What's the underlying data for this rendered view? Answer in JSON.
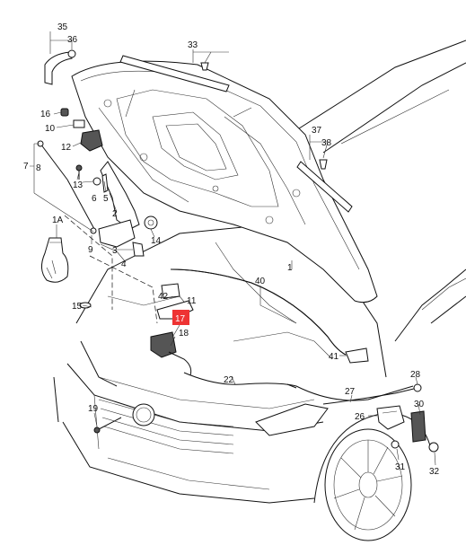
{
  "labels": {
    "p1": "1",
    "p1a": "1A",
    "p2": "2",
    "p3": "3",
    "p4": "4",
    "p5": "5",
    "p6": "6",
    "p7": "7",
    "p8": "8",
    "p9": "9",
    "p10": "10",
    "p11": "11",
    "p12": "12",
    "p13": "13",
    "p14": "14",
    "p15": "15",
    "p16": "16",
    "p17": "17",
    "p18": "18",
    "p19": "19",
    "p22": "22",
    "p26": "26",
    "p27": "27",
    "p28": "28",
    "p30": "30",
    "p31": "31",
    "p32": "32",
    "p33": "33",
    "p35": "35",
    "p36": "36",
    "p37": "37",
    "p38": "38",
    "p40": "40",
    "p41": "41",
    "p42": "42"
  },
  "colors": {
    "highlight": "#ee3333",
    "line": "#111111"
  }
}
